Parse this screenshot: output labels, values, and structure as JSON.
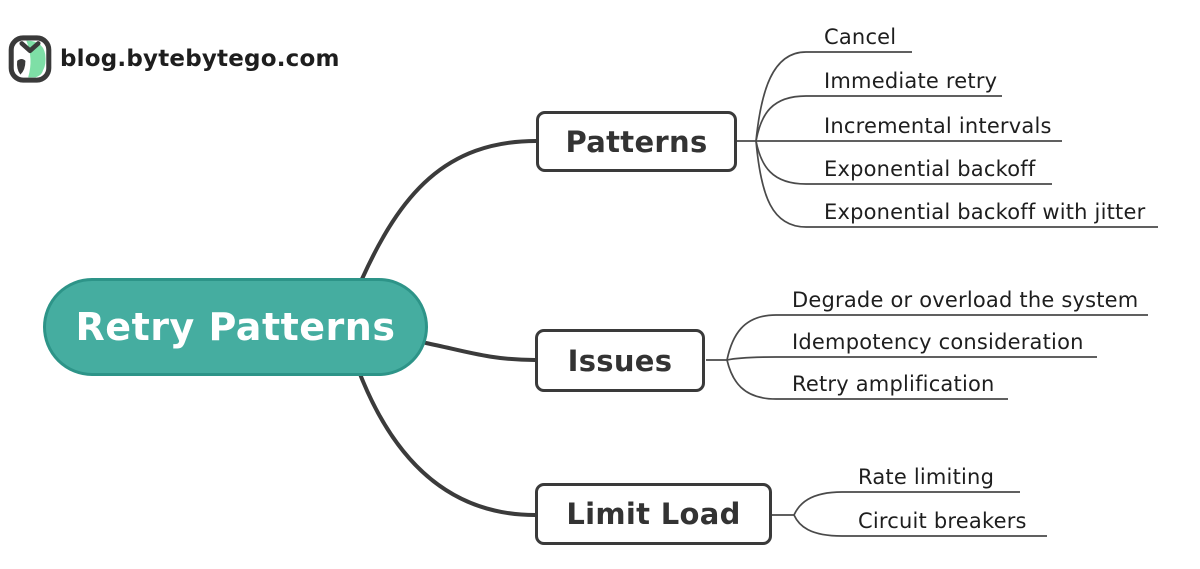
{
  "header": {
    "site": "blog.bytebytego.com",
    "logo": "bytebytego-owl-logo"
  },
  "colors": {
    "root_fill": "#45ADA0",
    "root_border": "#2D9488",
    "root_text": "#FFFFFF",
    "node_border": "#3A3A3A",
    "node_text": "#333333",
    "branch_line": "#3B3B3B",
    "leaf_line": "#4A4A4A",
    "leaf_text": "#1E1E1E",
    "logo_mint": "#7EDFA6",
    "background": "#FFFFFF"
  },
  "mindmap": {
    "root": {
      "label": "Retry Patterns"
    },
    "branches": [
      {
        "label": "Patterns",
        "children": [
          "Cancel",
          "Immediate retry",
          "Incremental intervals",
          "Exponential backoff",
          "Exponential backoff with jitter"
        ]
      },
      {
        "label": "Issues",
        "children": [
          "Degrade or overload the system",
          "Idempotency consideration",
          "Retry amplification"
        ]
      },
      {
        "label": "Limit Load",
        "children": [
          "Rate limiting",
          "Circuit breakers"
        ]
      }
    ]
  }
}
